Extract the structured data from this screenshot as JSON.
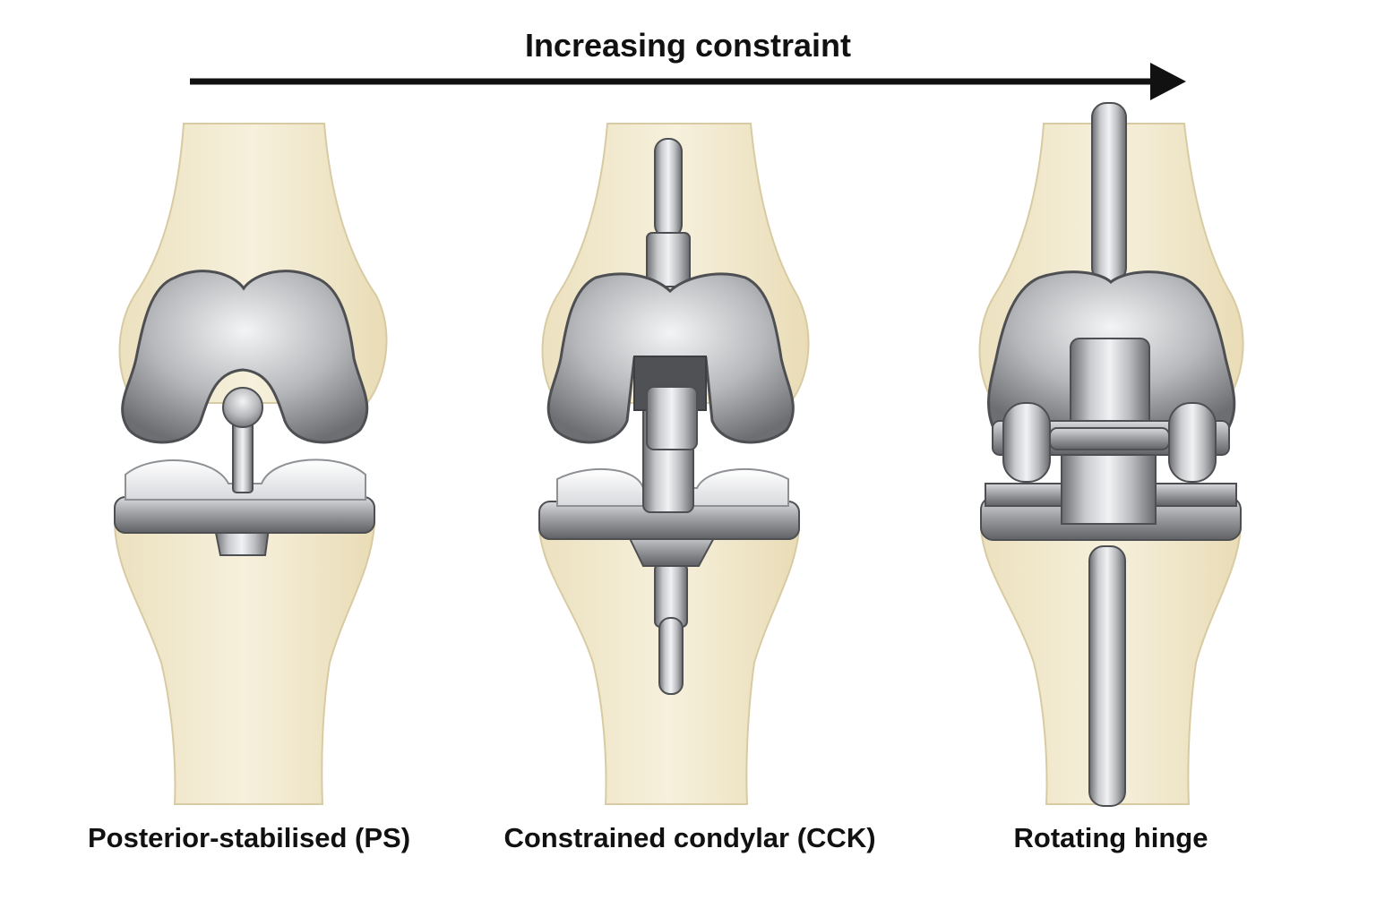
{
  "title": "Increasing constraint",
  "implants": [
    {
      "label": "Posterior-stabilised (PS)"
    },
    {
      "label": "Constrained condylar (CCK)"
    },
    {
      "label": "Rotating hinge"
    }
  ],
  "colors": {
    "bone": "#f2ead0",
    "bone_edge": "#d8cba3",
    "metal_light": "#eeeff1",
    "metal_mid": "#a6a8ac",
    "metal_dark": "#5d5f63",
    "poly": "#f5f6f7",
    "ink": "#111111"
  }
}
